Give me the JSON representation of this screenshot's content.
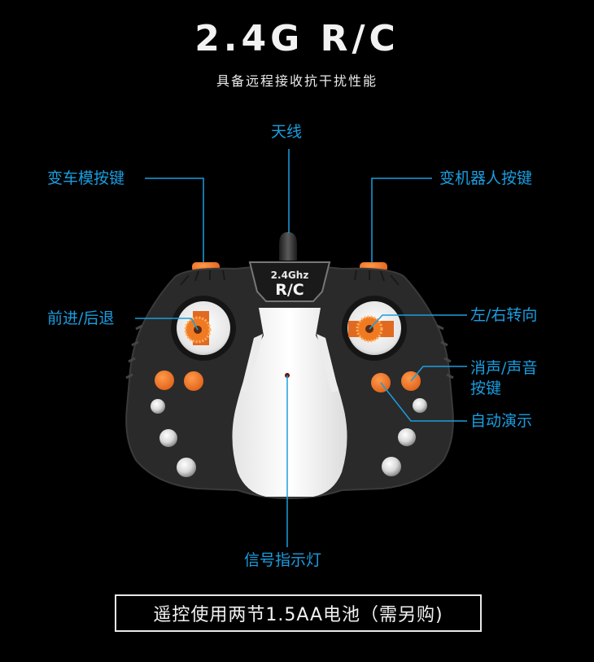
{
  "header": {
    "title": "2.4G R/C",
    "subtitle": "具备远程接收抗干扰性能"
  },
  "controller": {
    "badge_top": "2.4Ghz",
    "badge_bottom": "R/C"
  },
  "callouts": {
    "antenna": "天线",
    "car_mode_button": "变车模按键",
    "robot_mode_button": "变机器人按键",
    "forward_backward": "前进/后退",
    "left_right_steering": "左/右转向",
    "mute_sound_button_line1": "消声/声音",
    "mute_sound_button_line2": "按键",
    "auto_demo": "自动演示",
    "signal_light": "信号指示灯"
  },
  "footer": {
    "battery_note": "遥控使用两节1.5AA电池（需另购)"
  },
  "colors": {
    "background": "#000000",
    "callout_blue": "#1a9ee0",
    "accent_orange": "#f07a22",
    "body_dark": "#2b2b2b",
    "panel_white": "#f4f4f4"
  }
}
